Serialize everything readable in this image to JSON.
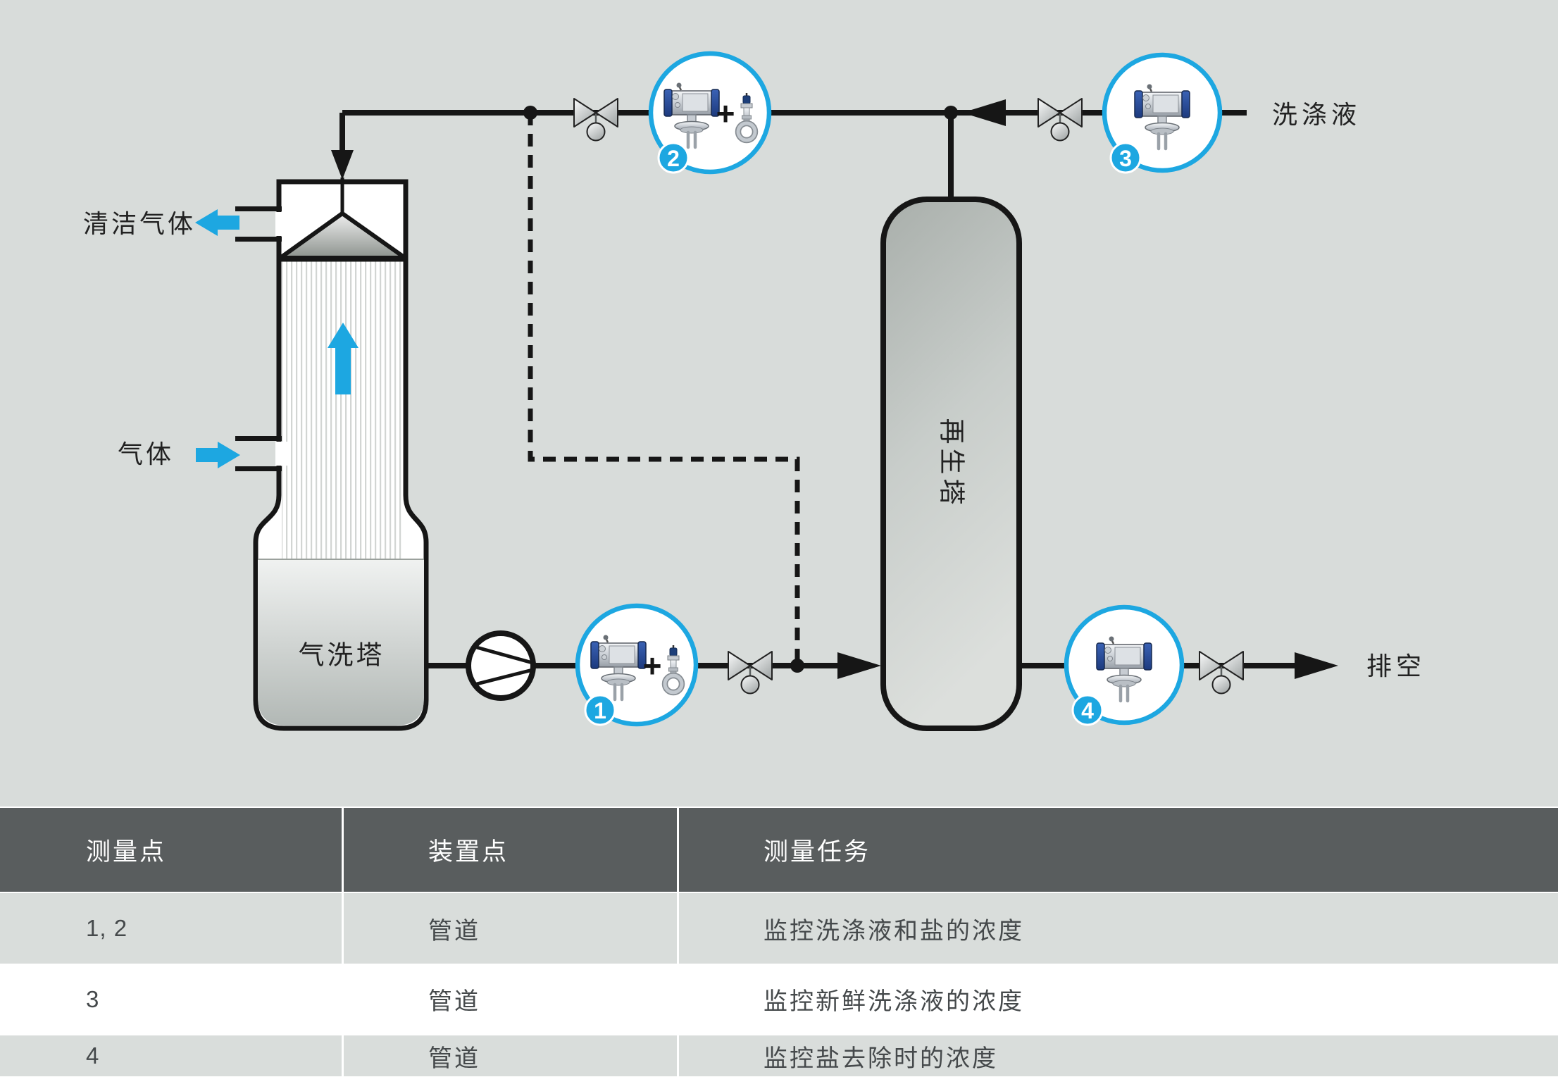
{
  "colors": {
    "background": "#d8dcda",
    "accent_blue": "#1da7e1",
    "pipe_black": "#161616",
    "table_header_bg": "#595d5e",
    "table_row_bg": "#d9dddb",
    "instrument_navy": "#24459a"
  },
  "diagram": {
    "labels": {
      "clean_gas": "清洁气体",
      "gas": "气体",
      "scrubber": "气洗塔",
      "regenerator": "再生塔",
      "wash_liquid": "洗涤液",
      "vent": "排空"
    },
    "plus_sign": "+",
    "measurement_points": [
      {
        "number": "1"
      },
      {
        "number": "2"
      },
      {
        "number": "3"
      },
      {
        "number": "4"
      }
    ]
  },
  "table": {
    "headers": [
      "测量点",
      "装置点",
      "测量任务"
    ],
    "rows": [
      [
        "1, 2",
        "管道",
        "监控洗涤液和盐的浓度"
      ],
      [
        "3",
        "管道",
        "监控新鲜洗涤液的浓度"
      ],
      [
        "4",
        "管道",
        "监控盐去除时的浓度"
      ]
    ]
  }
}
